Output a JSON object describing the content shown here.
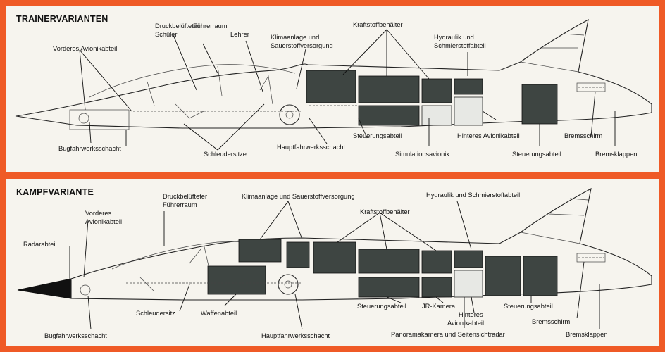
{
  "trainer": {
    "title": "TRAINERVARIANTEN",
    "labels": {
      "vorderes_avionik": "Vorderes Avionikabteil",
      "druckbelueftet_1": "Druckbelüfteter",
      "schueler": "Schüler",
      "fuehrerraum": "Führerraum",
      "lehrer": "Lehrer",
      "klima_1": "Klimaanlage und",
      "klima_2": "Sauerstoffversorgung",
      "kraftstoff": "Kraftstoffbehälter",
      "hydraulik_1": "Hydraulik und",
      "hydraulik_2": "Schmierstoffabteil",
      "bugfahrwerk": "Bugfahrwerksschacht",
      "schleudersitze": "Schleudersitze",
      "hauptfahrwerk": "Hauptfahrwerksschacht",
      "steuerung_1": "Steuerungsabteil",
      "simulation": "Simulationsavionik",
      "hinteres_avionik": "Hinteres Avionikabteil",
      "steuerung_2": "Steuerungsabteil",
      "bremsschirm": "Bremsschirm",
      "bremsklappen": "Bremsklappen"
    }
  },
  "kampf": {
    "title": "KAMPFVARIANTE",
    "labels": {
      "druckbelueftet_1": "Druckbelüfteter",
      "fuehrerraum": "Führerraum",
      "klima": "Klimaanlage und Sauerstoffversorgung",
      "hydraulik": "Hydraulik und Schmierstoffabteil",
      "vorderes_1": "Vorderes",
      "vorderes_2": "Avionikabteil",
      "kraftstoff": "Kraftstoffbehälter",
      "radar": "Radarabteil",
      "schleudersitz": "Schleudersitz",
      "waffen": "Waffenabteil",
      "steuerung_1": "Steuerungsabteil",
      "jr_kamera": "JR-Kamera",
      "hinteres_1": "Hinteres",
      "hinteres_2": "Avionikabteil",
      "steuerung_2": "Steuerungsabteil",
      "bremsschirm": "Bremsschirm",
      "panorama": "Panoramakamera und Seitensichtradar",
      "bugfahrwerk": "Bugfahrwerksschacht",
      "hauptfahrwerk": "Hauptfahrwerksschacht",
      "bremsklappen": "Bremsklappen"
    }
  }
}
